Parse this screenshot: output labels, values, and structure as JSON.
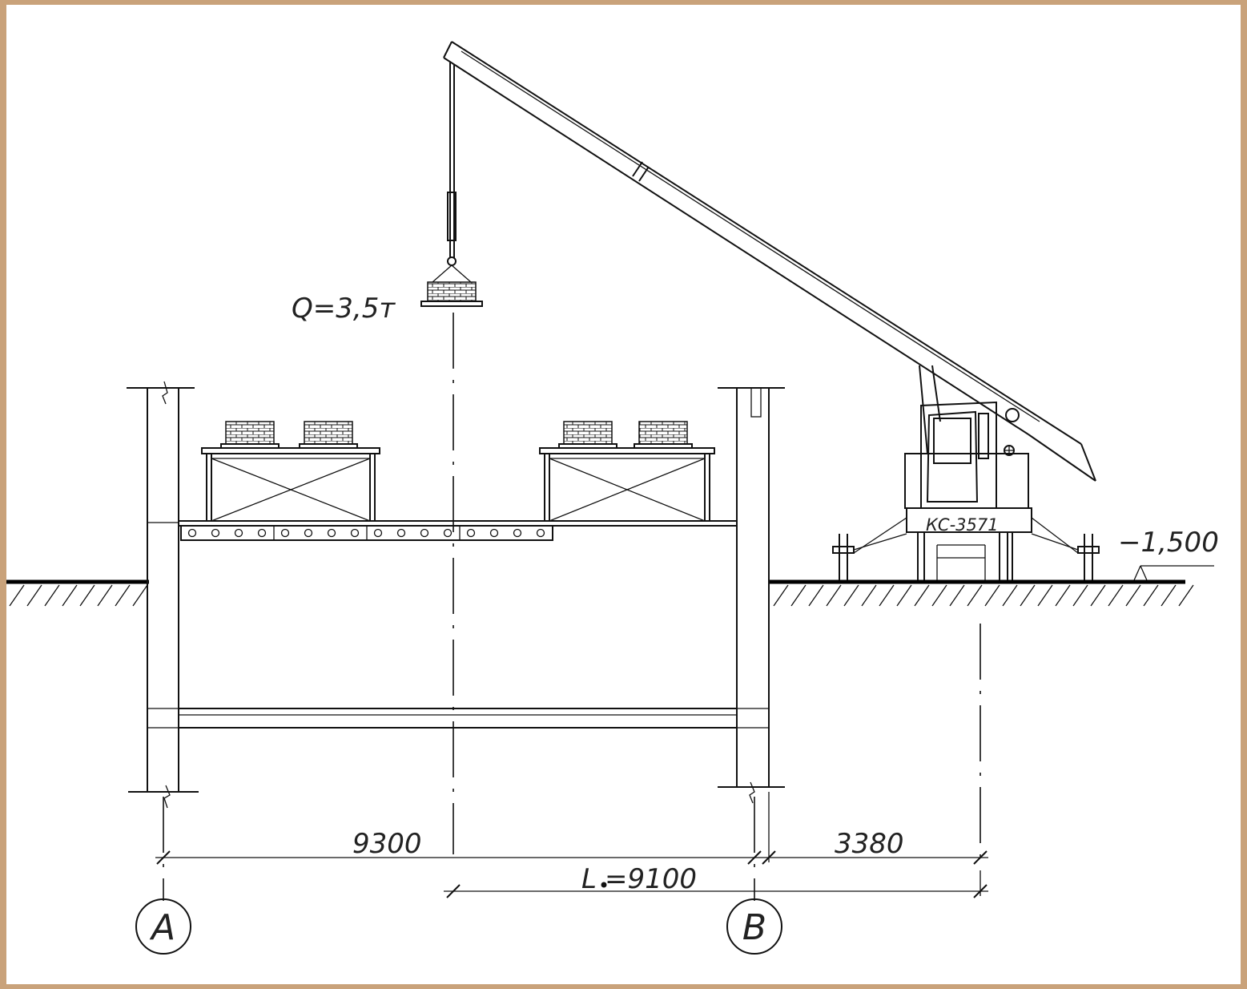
{
  "labels": {
    "load": "Q=3,5т",
    "crane_model": "КС-3571",
    "elevation": "−1,500",
    "dim_span": "9300",
    "dim_crane_offset": "3380",
    "dim_reach_prefix": "L",
    "dim_reach_value": "=9100",
    "axis_a": "А",
    "axis_b": "В"
  },
  "colors": {
    "paper": "#ffffff",
    "line": "#111111",
    "frame": "#c9a27a"
  }
}
